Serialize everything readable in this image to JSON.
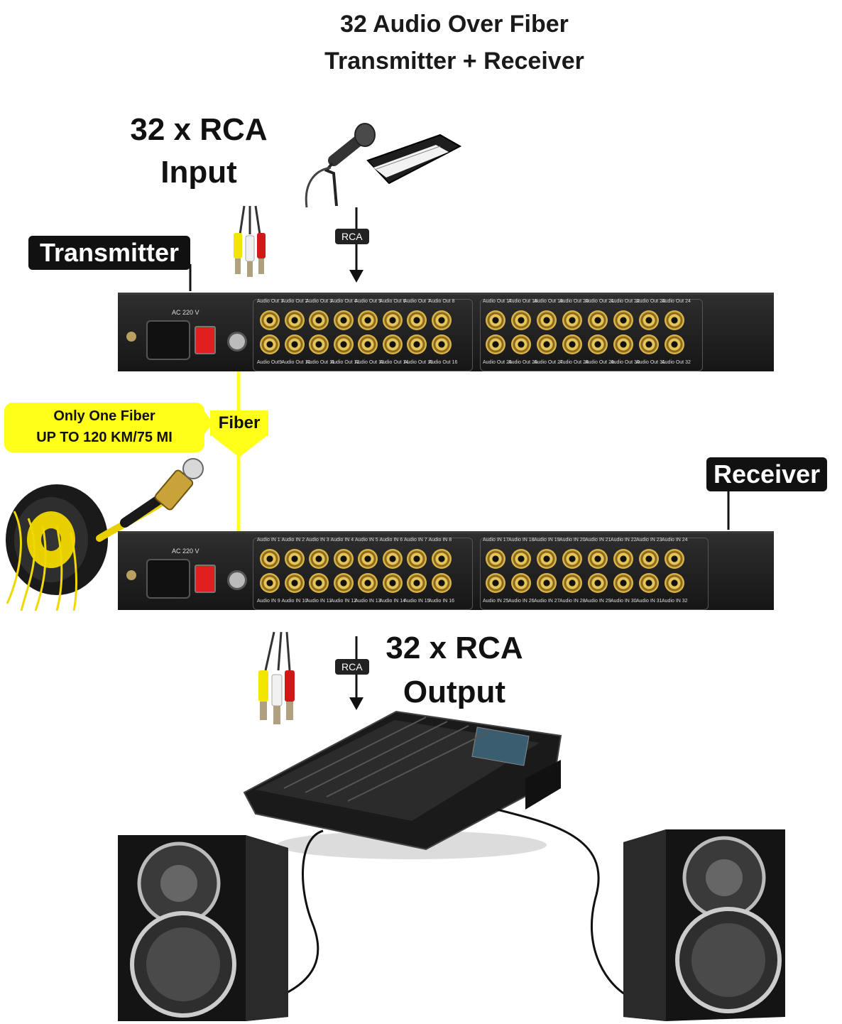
{
  "title": {
    "line1": "32 Audio Over Fiber",
    "line2": "Transmitter + Receiver"
  },
  "input_heading": {
    "line1": "32 x RCA",
    "line2": "Input"
  },
  "output_heading": {
    "line1": "32 x RCA",
    "line2": "Output"
  },
  "transmitter_tag": "Transmitter",
  "receiver_tag": "Receiver",
  "rca_badge_top": "RCA",
  "rca_badge_bottom": "RCA",
  "fiber_label": "Fiber",
  "callout": {
    "line1": "Only One Fiber",
    "line2": "UP TO 120 KM/75 MI"
  },
  "transmitter": {
    "power_label": "AC 220 V",
    "top_ports": [
      "Audio Out 1",
      "Audio Out 2",
      "Audio Out 3",
      "Audio Out 4",
      "Audio Out 5",
      "Audio Out 6",
      "Audio Out 7",
      "Audio Out 8",
      "Audio Out 17",
      "Audio Out 18",
      "Audio Out 19",
      "Audio Out 20",
      "Audio Out 21",
      "Audio Out 22",
      "Audio Out 23",
      "Audio Out 24"
    ],
    "bottom_ports": [
      "Audio Out9",
      "Audio Out 10",
      "Audio Out 11",
      "Audio Out 12",
      "Audio Out 13",
      "Audio Out 14",
      "Audio Out 15",
      "Audio Out 16",
      "Audio Out 25",
      "Audio Out 26",
      "Audio Out 27",
      "Audio Out 28",
      "Audio Out 29",
      "Audio Out 30",
      "Audio Out 31",
      "Audio Out 32"
    ]
  },
  "receiver": {
    "power_label": "AC 220 V",
    "top_ports": [
      "Audio IN 1",
      "Audio IN 2",
      "Audio IN 3",
      "Audio IN 4",
      "Audio IN 5",
      "Audio IN 6",
      "Audio IN 7",
      "Audio IN 8",
      "Audio IN 17",
      "Audio IN 18",
      "Audio IN 19",
      "Audio IN 20",
      "Audio IN 21",
      "Audio IN 22",
      "Audio IN 23",
      "Audio IN 24"
    ],
    "bottom_ports": [
      "Audio IN 9",
      "Audio IN 10",
      "Audio IN 11",
      "Audio IN 12",
      "Audio IN 13",
      "Audio IN 14",
      "Audio IN 15",
      "Audio IN 16",
      "Audio IN 25",
      "Audio IN 26",
      "Audio IN 27",
      "Audio IN 28",
      "Audio IN 29",
      "Audio IN 30",
      "Audio IN 31",
      "Audio IN 32"
    ]
  },
  "colors": {
    "fiber": "#ffff1a",
    "rack": "#1e1e1e",
    "gold": "#c9a23a",
    "power_switch": "#e02020"
  },
  "icons": [
    "microphone-icon",
    "keyboard-icon",
    "rca-cable-icon",
    "fiber-reel-icon",
    "mixing-console-icon",
    "speaker-icon"
  ]
}
